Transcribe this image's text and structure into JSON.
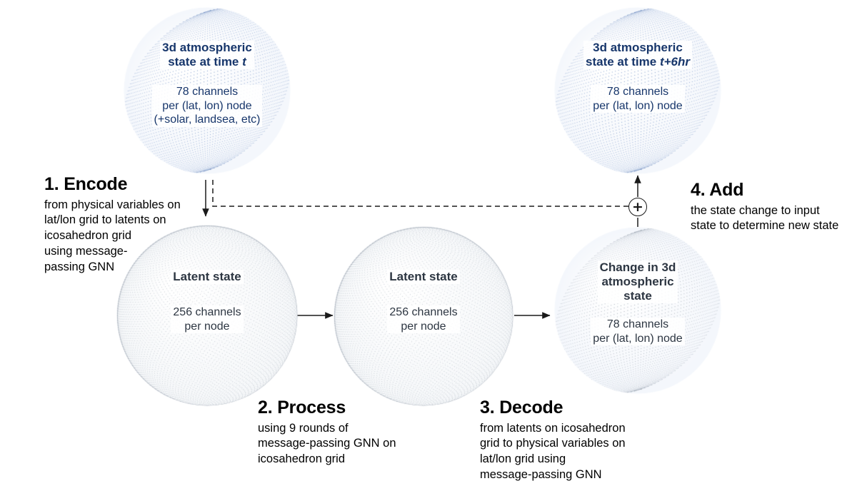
{
  "diagram": {
    "title": "GraphCast-style weather model forecast loop",
    "colors": {
      "blue_sphere_text": "#17366b",
      "blue_sphere_mesh": "#6f8fc4",
      "gray_sphere_text": "#2d3642",
      "gray_sphere_mesh": "#9aa4b0",
      "arrow": "#1a1a1a",
      "background": "#ffffff"
    }
  },
  "spheres": [
    {
      "id": "input-state",
      "kind": "blue",
      "title": "3d atmospheric\nstate at time t",
      "title_plain": "3d atmospheric state at time t",
      "italic_tail": "t",
      "subtitle": "78 channels\nper (lat, lon) node\n(+solar, landsea, etc)",
      "channels": 78,
      "grid": "lat/lon"
    },
    {
      "id": "output-state",
      "kind": "blue",
      "title": "3d atmospheric\nstate at time t+6hr",
      "title_plain": "3d atmospheric state at time t+6hr",
      "italic_tail": "t+6hr",
      "subtitle": "78 channels\nper (lat, lon) node",
      "channels": 78,
      "grid": "lat/lon"
    },
    {
      "id": "latent-state-1",
      "kind": "gray",
      "title": "Latent state",
      "subtitle": "256 channels\nper node",
      "channels": 256,
      "grid": "icosahedron"
    },
    {
      "id": "latent-state-2",
      "kind": "gray",
      "title": "Latent state",
      "subtitle": "256 channels\nper node",
      "channels": 256,
      "grid": "icosahedron"
    },
    {
      "id": "state-change",
      "kind": "gray",
      "title": "Change in 3d\natmospheric\nstate",
      "subtitle": "78 channels\nper (lat, lon) node",
      "channels": 78,
      "grid": "lat/lon"
    }
  ],
  "steps": [
    {
      "id": "encode",
      "number": "1.",
      "title": "1. Encode",
      "body": "from physical variables on\nlat/lon grid to latents on\nicosahedron grid\nusing message-\npassing GNN"
    },
    {
      "id": "process",
      "number": "2.",
      "title": "2. Process",
      "body": "using 9 rounds of\nmessage-passing GNN on\nicosahedron grid",
      "rounds": 9
    },
    {
      "id": "decode",
      "number": "3.",
      "title": "3. Decode",
      "body": "from latents on icosahedron\ngrid to physical variables on\nlat/lon grid using\nmessage-passing GNN"
    },
    {
      "id": "add",
      "number": "4.",
      "title": "4. Add",
      "body": "the state change to input\nstate to determine new state"
    }
  ],
  "nodes": {
    "adder": {
      "symbol": "+",
      "label": "add-operator"
    }
  },
  "connections": [
    {
      "id": "encode-arrow",
      "from": "input-state",
      "to": "latent-state-1",
      "style": "solid",
      "direction": "down"
    },
    {
      "id": "residual-arrow",
      "from": "input-state",
      "to": "adder",
      "style": "dashed",
      "direction": "right"
    },
    {
      "id": "process-arrow-1",
      "from": "latent-state-1",
      "to": "latent-state-2",
      "style": "solid",
      "direction": "right"
    },
    {
      "id": "decode-arrow",
      "from": "latent-state-2",
      "to": "state-change",
      "style": "solid",
      "direction": "right"
    },
    {
      "id": "delta-up-arrow",
      "from": "state-change",
      "to": "adder",
      "style": "solid",
      "direction": "up"
    },
    {
      "id": "adder-output-arrow",
      "from": "adder",
      "to": "output-state",
      "style": "solid",
      "direction": "up"
    }
  ]
}
